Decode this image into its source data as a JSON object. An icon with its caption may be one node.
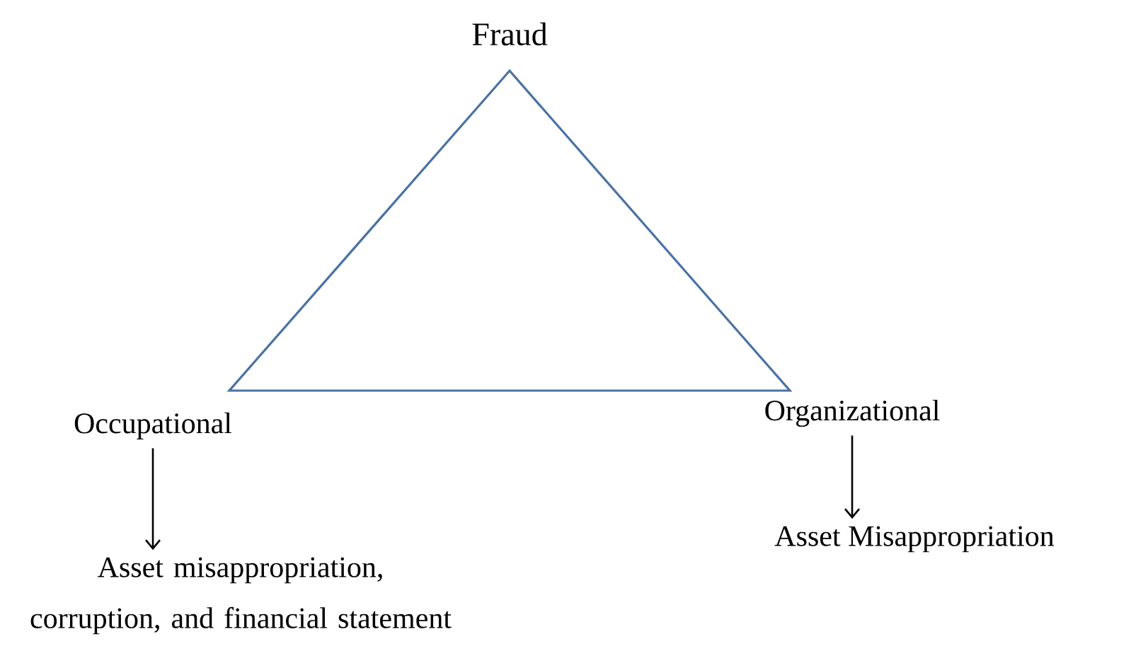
{
  "diagram": {
    "nodes": [
      {
        "text": [
          "Occupational"
        ]
      },
      {
        "text": [
          "Organizational"
        ]
      },
      {
        "text": [
          "Asset misappropriation, corruption, and financial statement"
        ]
      },
      {
        "text": [
          "Asset Misappropriation"
        ]
      }
    ],
    "edges": [
      {
        "from": 0,
        "to": 2,
        "arrow": "to"
      },
      {
        "from": 1,
        "to": 3,
        "arrow": "to"
      }
    ],
    "labels": [
      "Fraud"
    ]
  }
}
